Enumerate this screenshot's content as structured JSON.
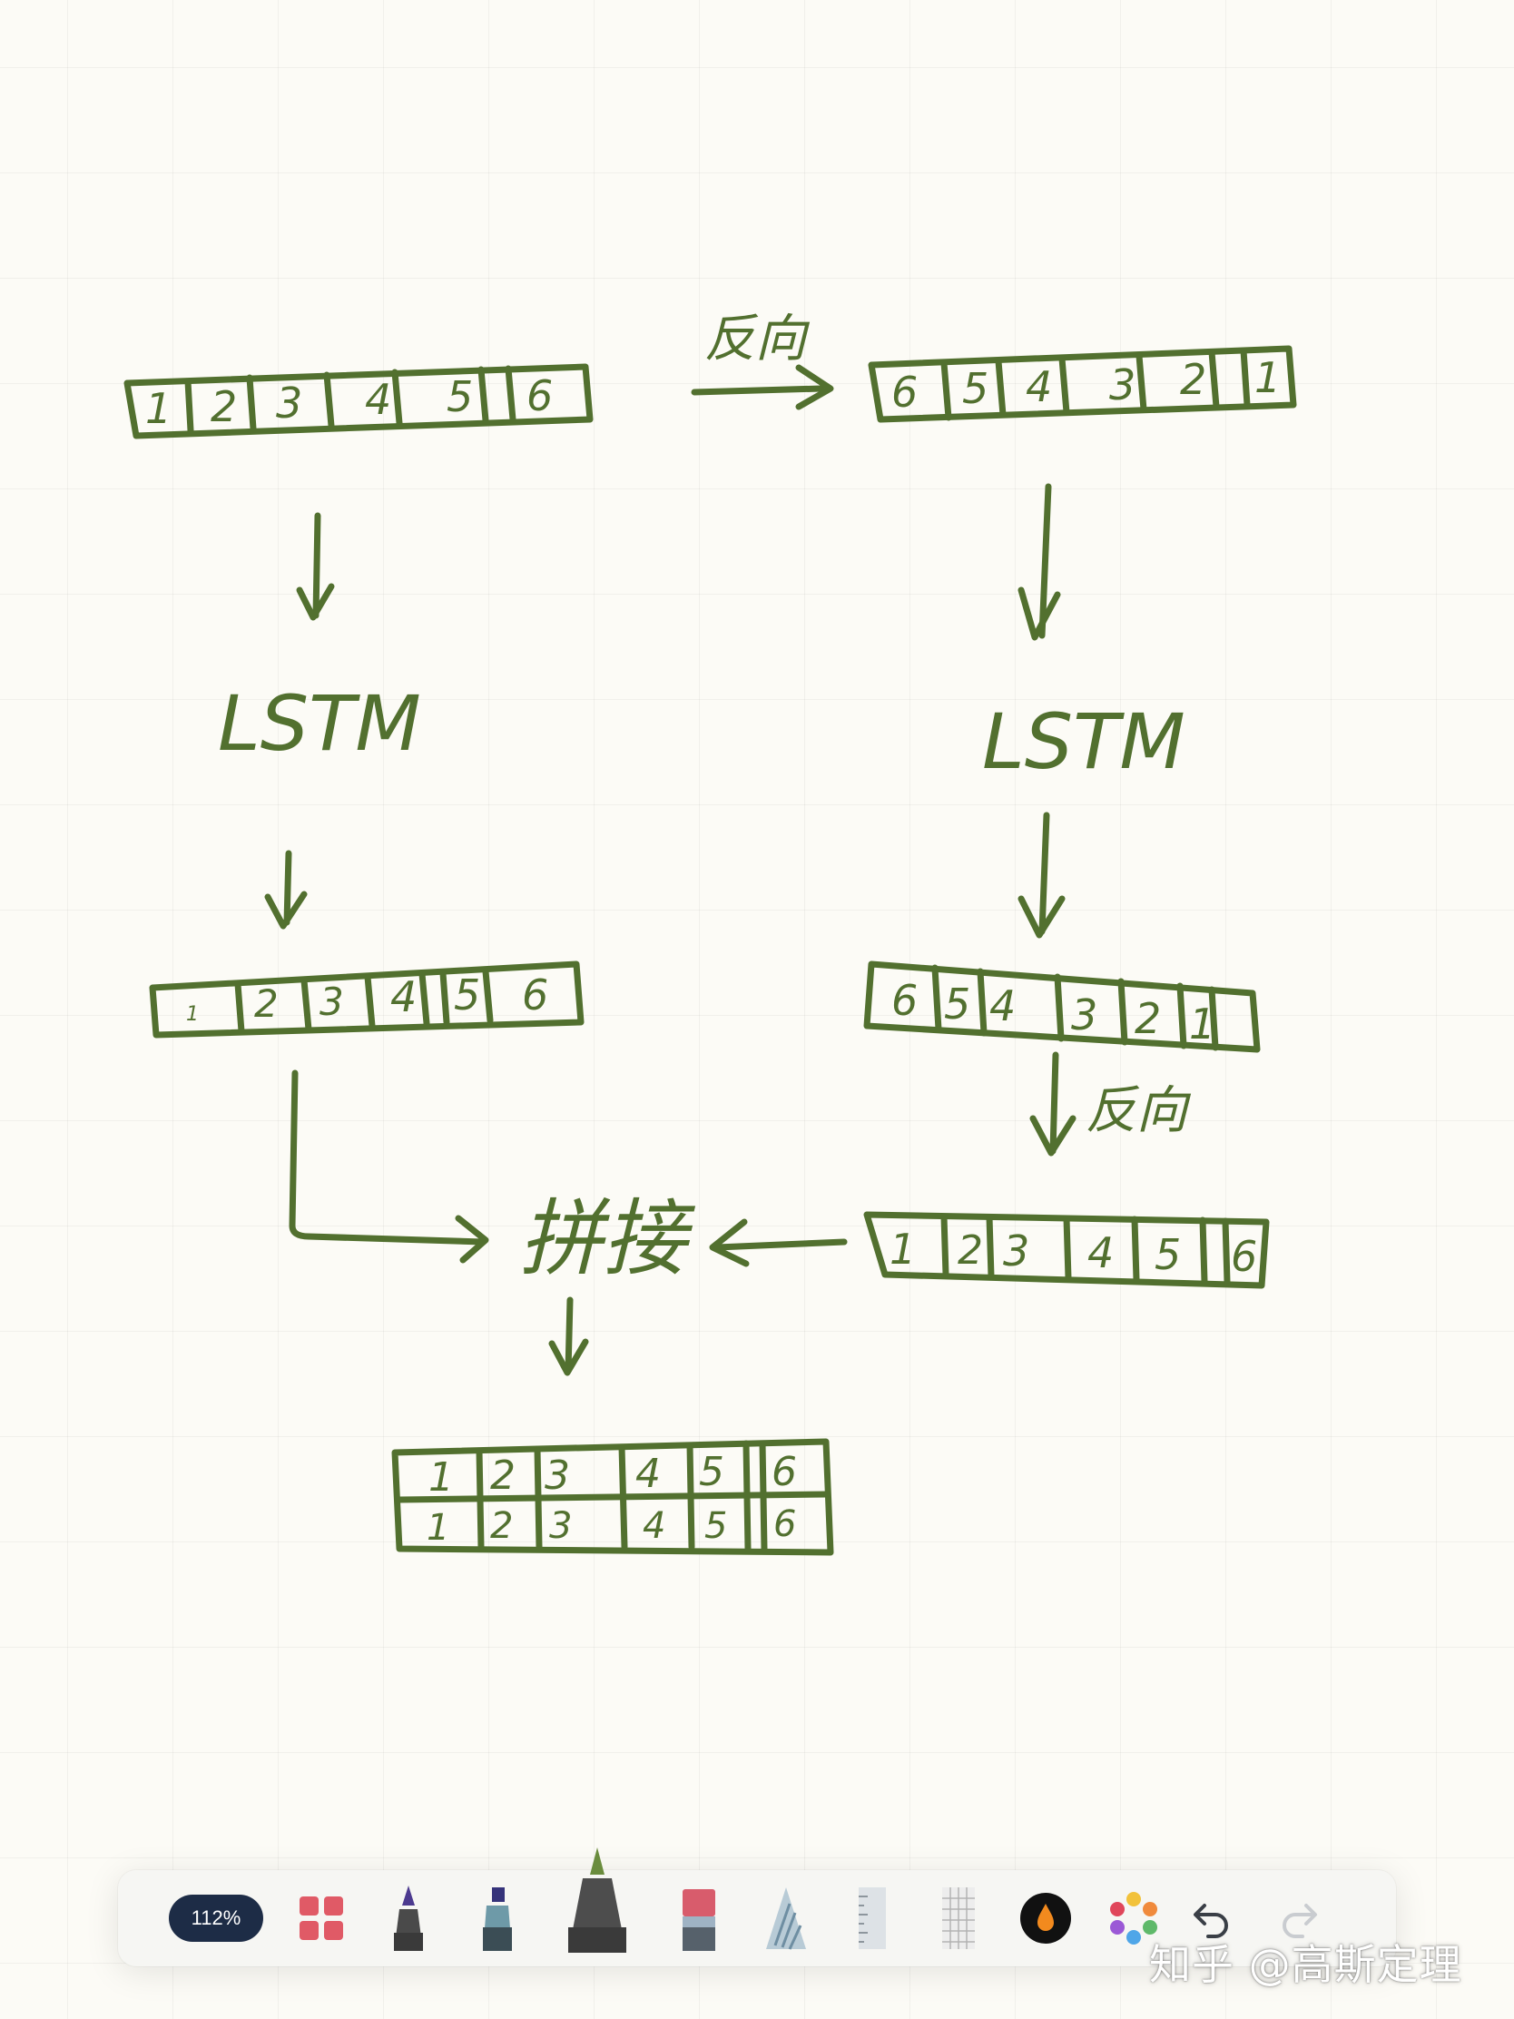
{
  "sketch": {
    "ink_color": "#52702f",
    "top_left_cells": [
      "1",
      "2",
      "3",
      "4",
      "5",
      "6"
    ],
    "reverse_label_top": "反向",
    "top_right_cells": [
      "6",
      "5",
      "4",
      "3",
      "2",
      "1"
    ],
    "lstm_left": "LSTM",
    "lstm_right": "LSTM",
    "mid_left_cells": [
      "1",
      "2",
      "3",
      "4",
      "5",
      "6"
    ],
    "mid_right_cells": [
      "6",
      "5",
      "4",
      "3",
      "2",
      "1"
    ],
    "reverse_label_mid": "反向",
    "lower_right_cells": [
      "1",
      "2",
      "3",
      "4",
      "5",
      "6"
    ],
    "concat_label": "拼接",
    "final_row_top": [
      "1",
      "2",
      "3",
      "4",
      "5",
      "6"
    ],
    "final_row_bottom": [
      "1",
      "2",
      "3",
      "4",
      "5",
      "6"
    ]
  },
  "toolbar": {
    "zoom_label": "112%",
    "colors": {
      "zoom_badge": "#1d2c46",
      "ink_swatch": "#111111",
      "ink_drop": "#f28a1e",
      "layers": "#e05a66"
    },
    "tools": [
      "layers-icon",
      "fineliner-pen-icon",
      "marker-pen-icon",
      "brush-pen-icon",
      "eraser-icon",
      "hatch-pencil-icon",
      "ruler-icon",
      "grid-paper-icon",
      "color-swatch-icon",
      "color-palette-icon",
      "undo-icon",
      "redo-icon"
    ]
  },
  "watermark": {
    "text": "知乎 @高斯定理"
  }
}
